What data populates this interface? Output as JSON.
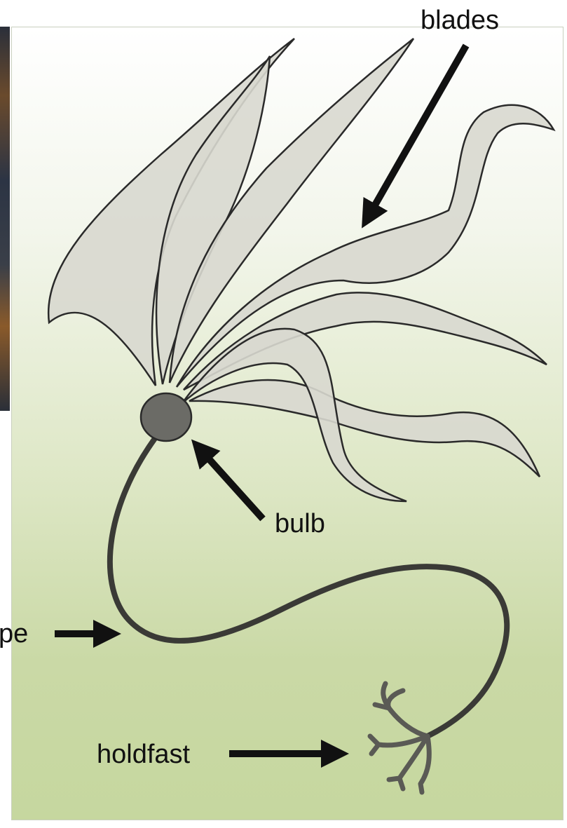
{
  "labels": {
    "blades": "blades",
    "bulb": "bulb",
    "stipe": "stipe",
    "holdfast": "holdfast"
  },
  "colors": {
    "ink": "#111111",
    "blade_fill": "#d9d9d0",
    "bulb_fill": "#6b6b66",
    "holdfast_fill": "#c9c8bf"
  }
}
